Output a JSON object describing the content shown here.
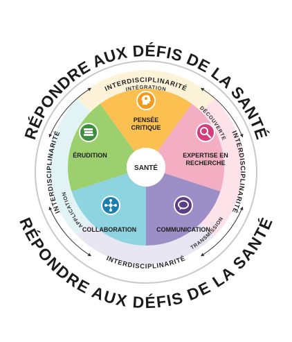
{
  "outer_title_top": "RÉPONDRE AUX DÉFIS DE LA SANTÉ",
  "outer_title_bottom": "RÉPONDRE AUX DÉFIS DE LA SANTÉ",
  "interdisciplinarity": {
    "top": "INTERDISCIPLINARITÉ",
    "left": "INTERDISCIPLINARITÉ",
    "right": "INTERDISCIPLINARITÉ",
    "bottom": "INTERDISCIPLINARITÉ"
  },
  "bands": {
    "integration": "INTÉGRATION",
    "decouverte": "DÉCOUVERTE",
    "transmission": "TRANSMISSION",
    "application": "APPLICATION"
  },
  "center": "SANTÉ",
  "segments": {
    "pensee": {
      "line1": "PENSÉE",
      "line2": "CRITIQUE",
      "icon": "brain-head-icon",
      "color": "#fbc04f"
    },
    "expertise": {
      "line1": "EXPERTISE EN",
      "line2": "RECHERCHE",
      "icon": "magnifier-icon",
      "color": "#f4aec4"
    },
    "communication": {
      "line1": "COMMUNICATION",
      "icon": "speech-bubble-icon",
      "color": "#9c8ec6"
    },
    "collaboration": {
      "line1": "COLLABORATION",
      "icon": "network-icon",
      "color": "#8dd3e0"
    },
    "erudition": {
      "line1": "ÉRUDITION",
      "icon": "books-icon",
      "color": "#9ccf6e"
    }
  }
}
